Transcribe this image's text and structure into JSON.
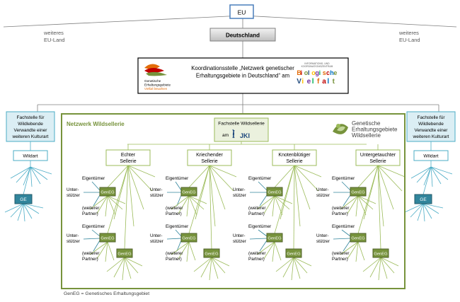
{
  "eu": "EU",
  "deutschland": "Deutschland",
  "weiteres_left": [
    "weiteres",
    "EU-Land"
  ],
  "weiteres_right": [
    "weiteres",
    "EU-Land"
  ],
  "koordination": {
    "lines": [
      "Koordinationsstelle „Netzwerk genetischer",
      "Erhaltungsgebiete in Deutschland“ am"
    ],
    "logo_left": [
      "Genetische",
      "Erhaltungsgebiete",
      "Vielfalt bewahren"
    ],
    "logo_right": [
      "INFORMATIONS- UND",
      "KOORDINATIONSZENTRUM",
      "Biologische",
      "Vielfalt"
    ]
  },
  "fachstelle_side": [
    "Fachstelle für",
    "Wildlebende",
    "Verwandte einer",
    "weiteren Kulturart"
  ],
  "wildart": "Wildart",
  "ge": "GE",
  "network_title": "Netzwerk Wildsellerie",
  "fachstelle_wild": [
    "Fachstelle Wildsellerie",
    "am"
  ],
  "jki": "JKI",
  "logo_network": [
    "Genetische",
    "Erhaltungsgebiete",
    "Wildsellerie"
  ],
  "species": [
    [
      "Echter",
      "Sellerie"
    ],
    [
      "Kriechender",
      "Sellerie"
    ],
    [
      "Knotenblütiger",
      "Sellerie"
    ],
    [
      "Untergetauchter",
      "Sellerie"
    ]
  ],
  "geneg": "GenEG",
  "labels": {
    "eigentuemer": "Eigentümer",
    "unterstuetzer": [
      "Unter-",
      "stützer"
    ],
    "partner": [
      "(weiterer",
      "Partner)"
    ]
  },
  "footnote": "GenEG = Genetisches Erhaltungsgebiet",
  "colors": {
    "eu_border": "#4a7ebb",
    "network_frame": "#77933c",
    "geneg_fill": "#77933c",
    "side_fill": "#dbeef4",
    "ge_fill": "#31859c"
  }
}
